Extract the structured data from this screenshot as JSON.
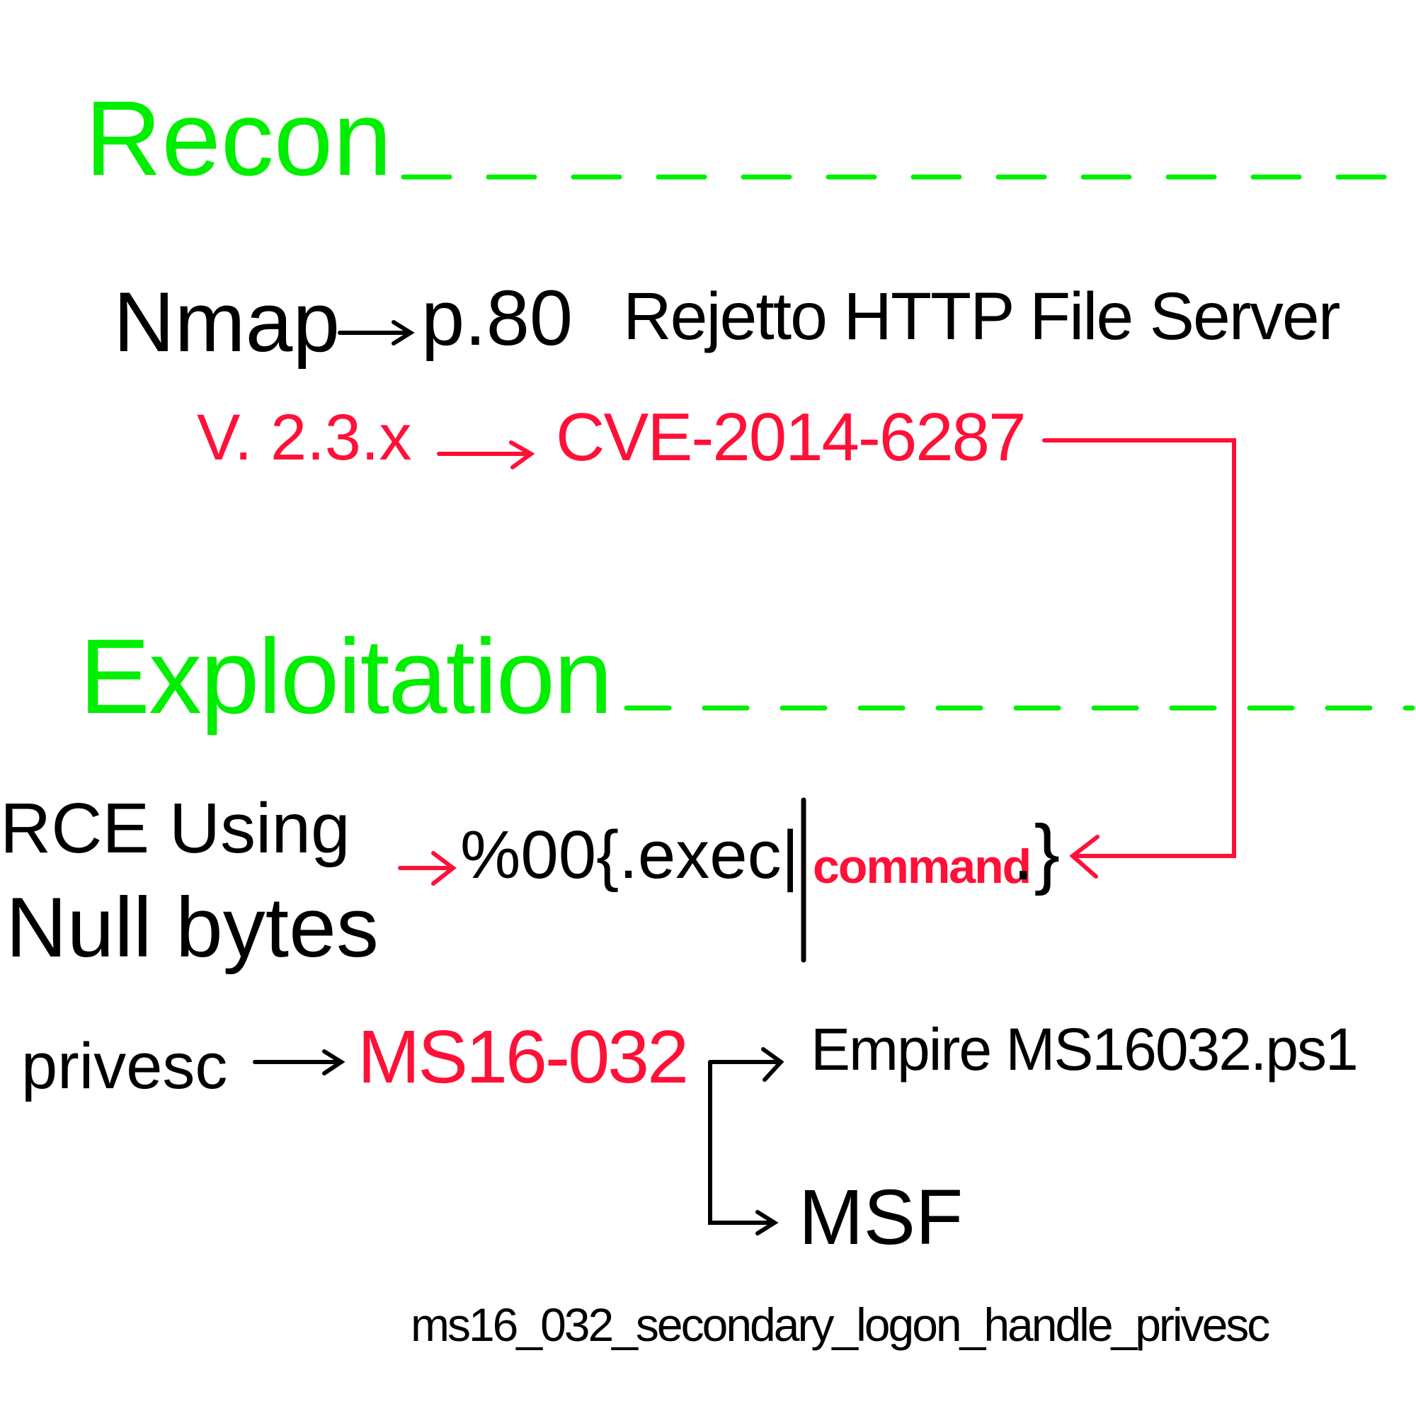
{
  "colors": {
    "heading": "#00ee00",
    "highlight": "#ff1037",
    "ink": "#000000"
  },
  "recon": {
    "heading": "Recon",
    "nmap": "Nmap",
    "port": "p.80",
    "service": "Rejetto HTTP File Server",
    "version": "V. 2.3.x",
    "cve": "CVE-2014-6287"
  },
  "exploitation": {
    "heading": "Exploitation",
    "rce_line1": "RCE Using",
    "rce_line2": "Null bytes",
    "payload_prefix": "%00{.exec|",
    "payload_command": "command",
    "payload_suffix": ".}",
    "privesc": "privesc",
    "ms": "MS16-032",
    "empire": "Empire MS16032.ps1",
    "msf": "MSF",
    "msf_module": "ms16_032_secondary_logon_handle_privesc"
  }
}
